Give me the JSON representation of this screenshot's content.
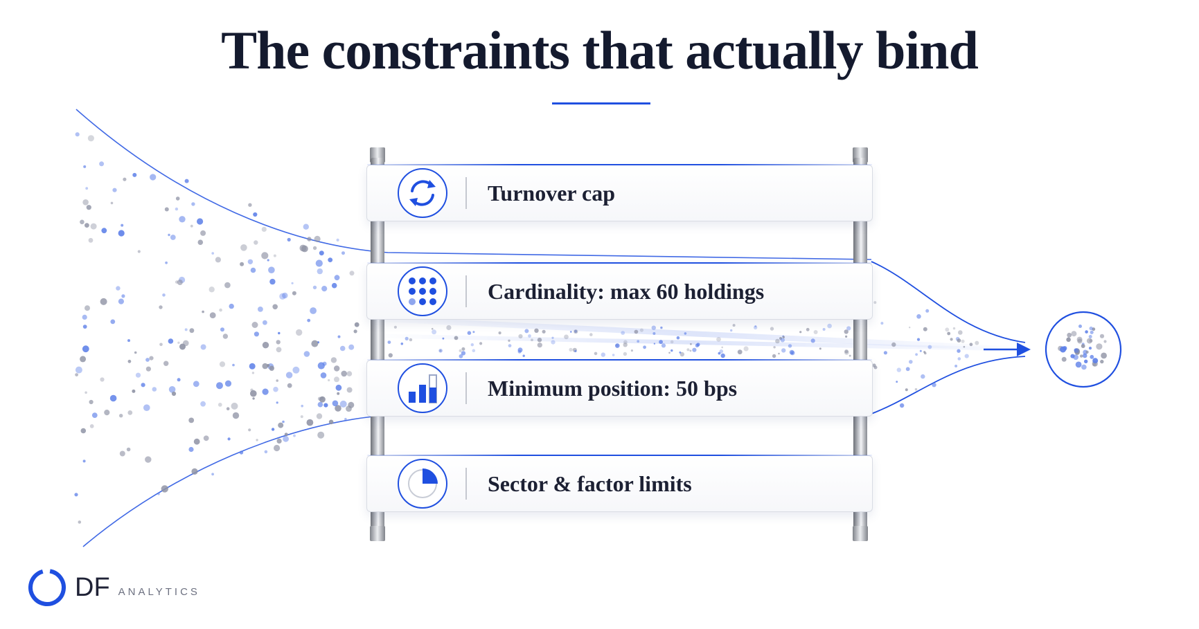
{
  "title": "The constraints that actually bind",
  "constraints": [
    {
      "label": "Turnover cap",
      "icon": "refresh-icon"
    },
    {
      "label": "Cardinality: max 60 holdings",
      "icon": "grid-dots-icon"
    },
    {
      "label": "Minimum position: 50 bps",
      "icon": "bar-chart-icon"
    },
    {
      "label": "Sector & factor limits",
      "icon": "pie-chart-icon"
    }
  ],
  "logo": {
    "mark": "DF",
    "sub": "ANALYTICS"
  },
  "colors": {
    "accent": "#1f4fe0",
    "text": "#141a2e",
    "dot_grey": "#8e92a4",
    "dot_blue": "#5b7ee8"
  }
}
